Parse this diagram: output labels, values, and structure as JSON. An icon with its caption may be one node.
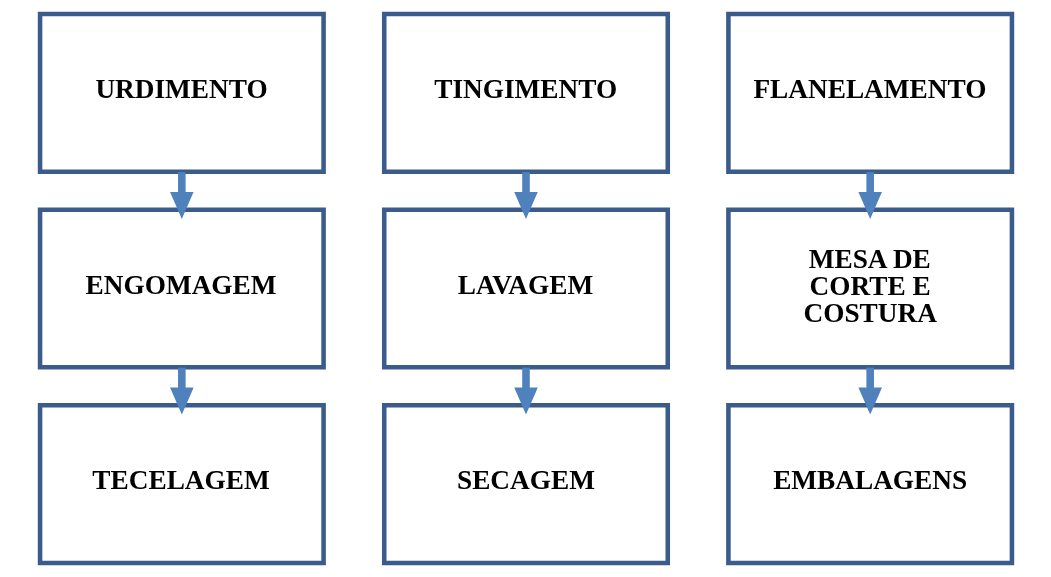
{
  "diagram": {
    "nodes": [
      {
        "text": [
          "URDIMENTO"
        ]
      },
      {
        "text": [
          "ENGOMAGEM"
        ]
      },
      {
        "text": [
          "TECELAGEM"
        ]
      },
      {
        "text": [
          "TINGIMENTO"
        ]
      },
      {
        "text": [
          "LAVAGEM"
        ]
      },
      {
        "text": [
          "SECAGEM"
        ]
      },
      {
        "text": [
          "FLANELAMENTO"
        ]
      },
      {
        "text": [
          "MESA DE CORTE E COSTURA"
        ]
      },
      {
        "text": [
          "EMBALAGENS"
        ]
      }
    ],
    "edges": [
      {
        "from": 0,
        "to": 1,
        "arrow": "to"
      },
      {
        "from": 1,
        "to": 2,
        "arrow": "to"
      },
      {
        "from": 3,
        "to": 4,
        "arrow": "to"
      },
      {
        "from": 4,
        "to": 5,
        "arrow": "to"
      },
      {
        "from": 6,
        "to": 7,
        "arrow": "to"
      },
      {
        "from": 7,
        "to": 8,
        "arrow": "to"
      }
    ]
  }
}
